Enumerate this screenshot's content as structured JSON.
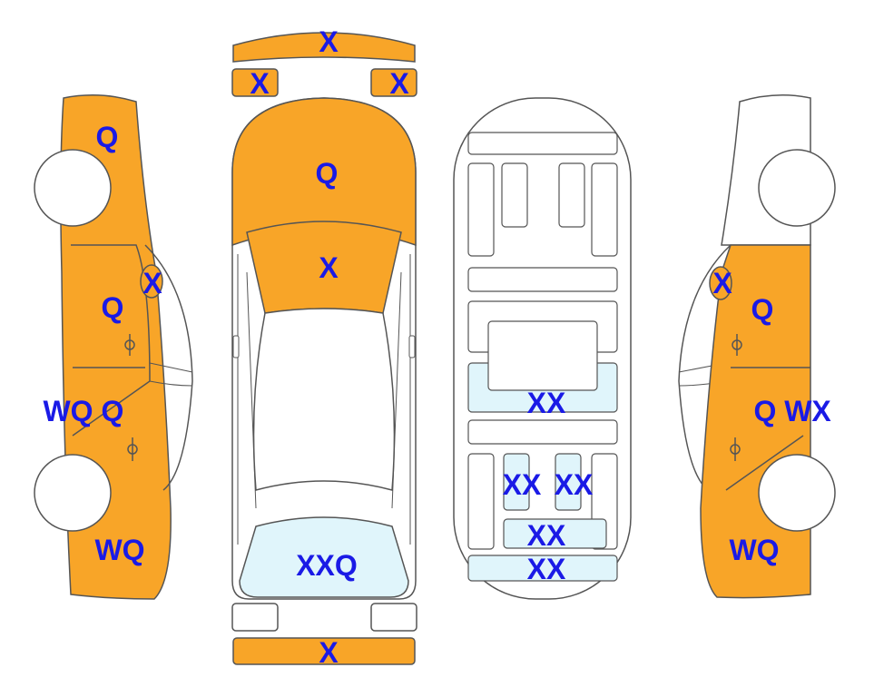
{
  "colors": {
    "damaged": "#F8A528",
    "glass_damaged": "#E0F5FB",
    "outline": "#555555",
    "label": "#1A1AE6",
    "body_plain": "#FFFFFF"
  },
  "labels": {
    "front_bumper": "X",
    "front_left_lamp": "X",
    "front_right_lamp": "X",
    "hood": "Q",
    "windshield": "X",
    "rear_window": "XXQ",
    "rear_bumper": "X",
    "left_front_fender": "Q",
    "left_mirror": "X",
    "left_front_door": "Q",
    "left_rocker": "WQ",
    "left_rear_door": "Q",
    "left_rear_quarter": "WQ",
    "right_mirror": "X",
    "right_front_door": "Q",
    "right_rear_door": "Q",
    "right_rocker": "WX",
    "right_rear_quarter": "WQ",
    "interior_front_panel": "XX",
    "interior_rear_left_seat": "XX",
    "interior_rear_right_seat": "XX",
    "interior_rear_center": "XX",
    "interior_trunk": "XX"
  }
}
